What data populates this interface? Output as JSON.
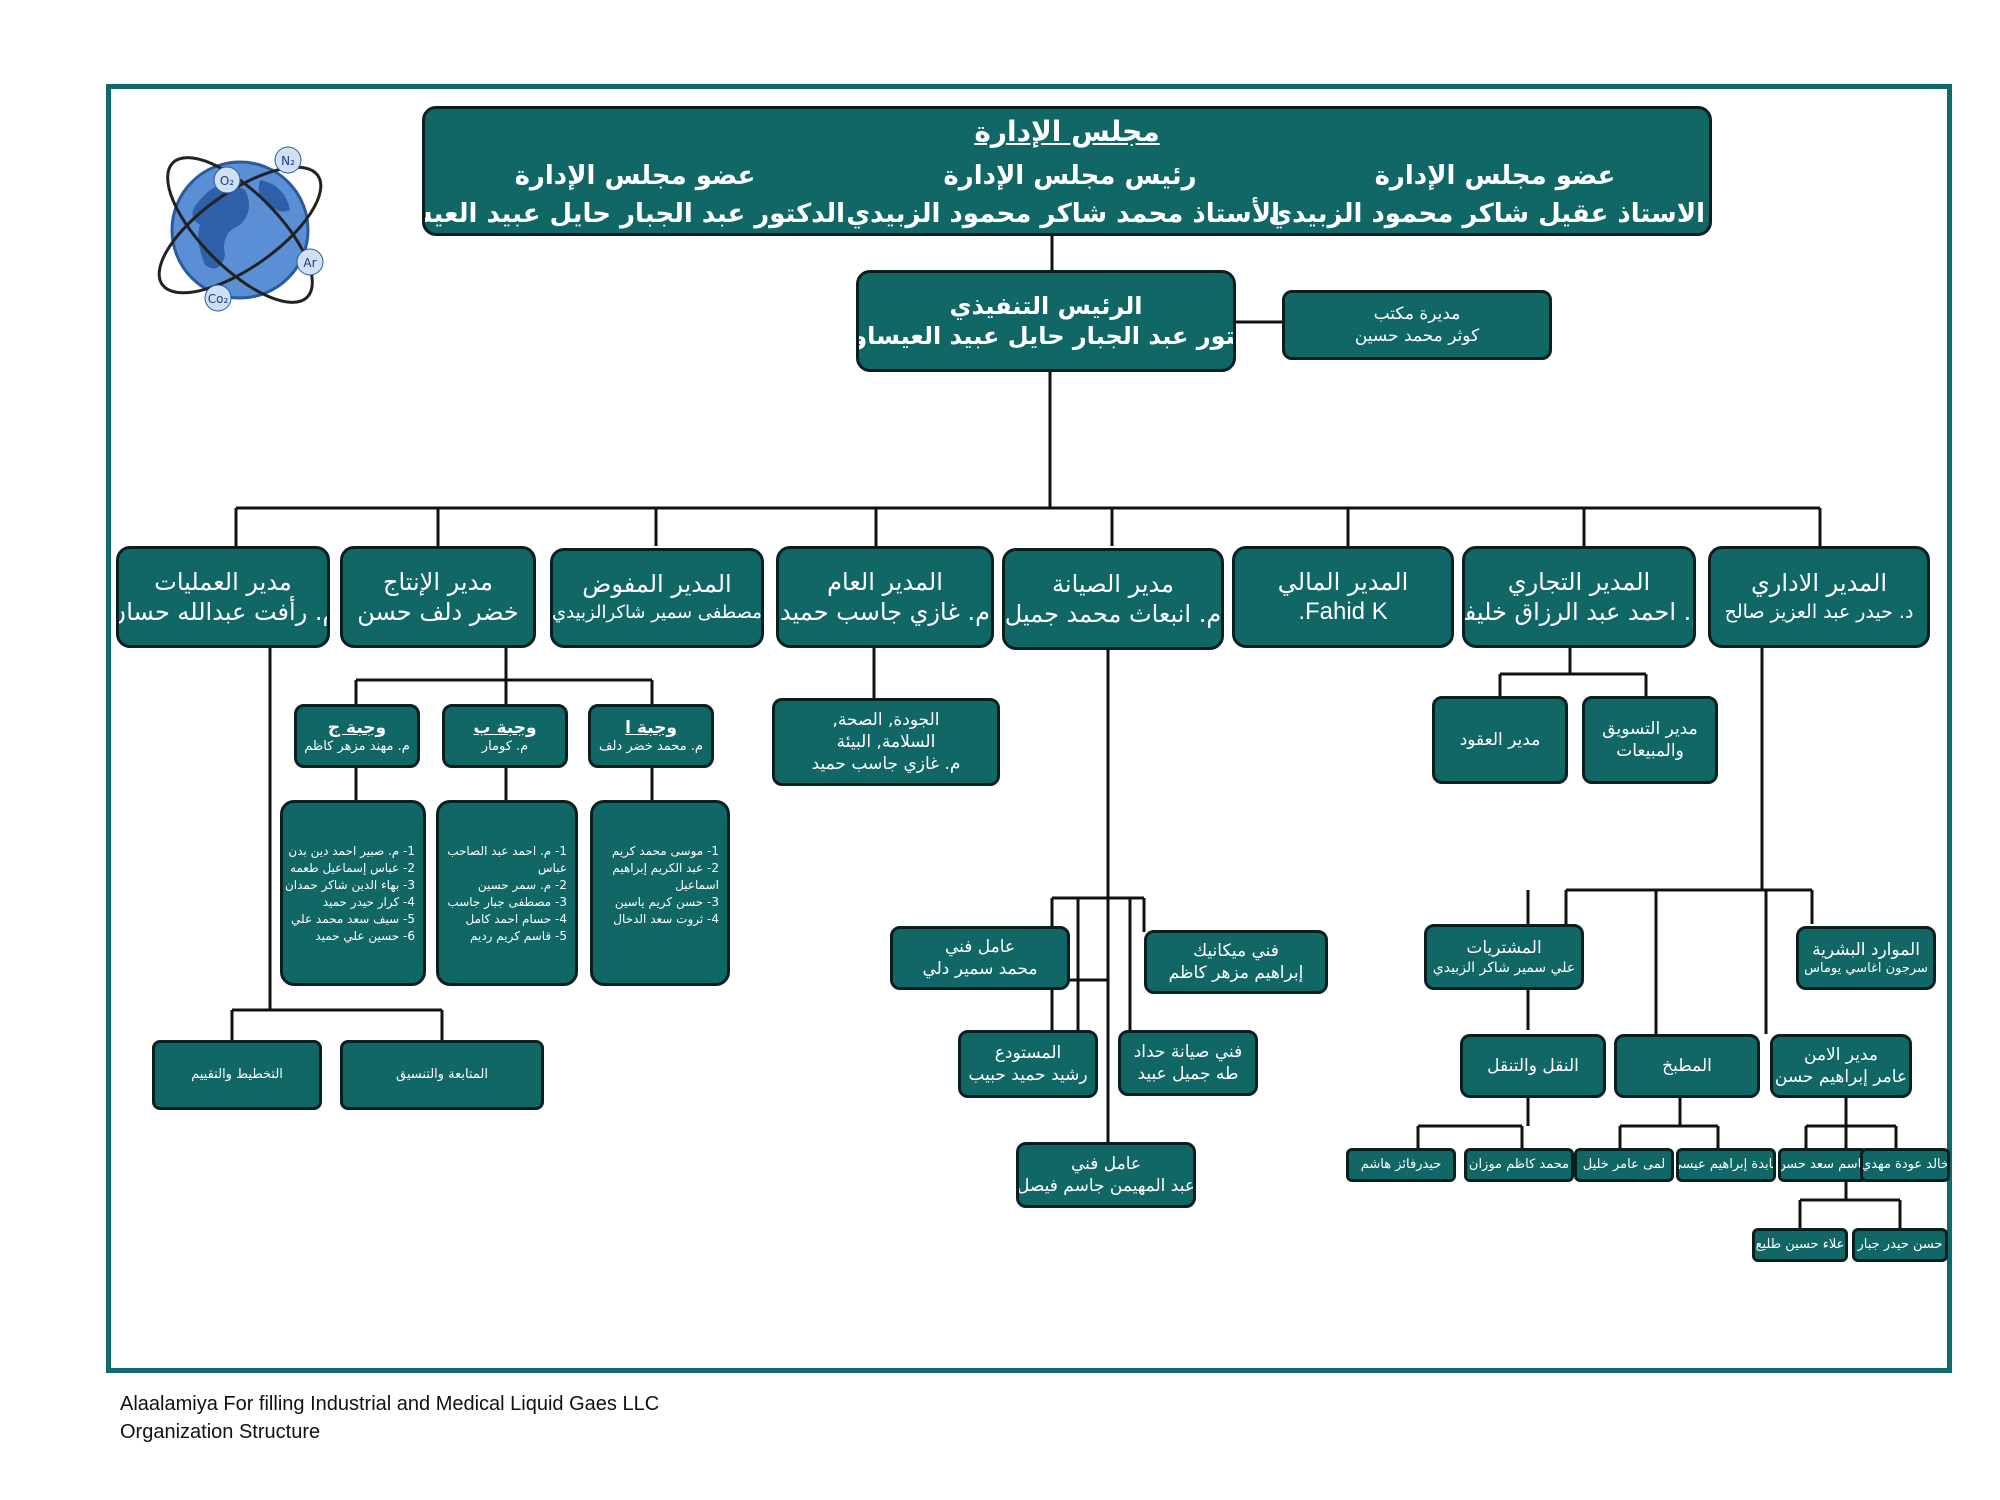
{
  "board": {
    "heading": "مجلس الإدارة",
    "members": [
      {
        "role": "عضو مجلس الإدارة",
        "name": "الدكتور عبد الجبار حايل عبيد العيساوي"
      },
      {
        "role": "رئيس مجلس الإدارة",
        "name": "الأستاذ محمد شاكر محمود الزبيدي"
      },
      {
        "role": "عضو مجلس الإدارة",
        "name": "الاستاذ عقيل شاكر محمود الزبيدي"
      }
    ]
  },
  "logo": {
    "labels": [
      "N₂",
      "O₂",
      "Ar",
      "Co₂"
    ]
  },
  "ceo": {
    "title": "الرئيس التنفيذي",
    "name": "دكتور عبد الجبار حايل عبيد العيساوي"
  },
  "office": {
    "title": "مديرة مكتب",
    "name": "كوثر محمد حسين"
  },
  "managers": [
    {
      "title": "مدير العمليات",
      "name": "م. رأفت عبدالله حسان"
    },
    {
      "title": "مدير الإنتاج",
      "name": "خضر دلف حسن"
    },
    {
      "title": "المدير المفوض",
      "name": "مصطفى سمير شاكرالزبيدي"
    },
    {
      "title": "المدير العام",
      "name": "م. غازي جاسب حميد"
    },
    {
      "title": "مدير الصيانة",
      "name": "م. انبعاث محمد جميل"
    },
    {
      "title": "المدير المالي",
      "name": "Fahid K."
    },
    {
      "title": "المدير التجاري",
      "name": "م. احمد عبد الرزاق خليفة"
    },
    {
      "title": "المدير الاداري",
      "name": "د. حيدر عبد العزيز صالح"
    }
  ],
  "shifts": [
    {
      "title": "وجبة ج",
      "lead": "م. مهند مزهر كاظم",
      "members": [
        "1- م. صبير احمد دين بدن",
        "2- عباس إسماعيل طعمه",
        "3- بهاء الدين شاكر حمدان",
        "4- كرار حيدر حميد",
        "5- سيف سعد محمد علي",
        "6- حسين علي حميد"
      ]
    },
    {
      "title": "وجبة ب",
      "lead": "م. كومار",
      "members": [
        "1- م. احمد عبد الصاحب",
        "عباس",
        "2- م. سمر حسين",
        "3- مصطفى جبار جاسب",
        "4- حسام احمد كامل",
        "5- قاسم كريم رديم"
      ]
    },
    {
      "title": "وجبة ا",
      "lead": "م. محمد خضر دلف",
      "members": [
        "1- موسى محمد كريم",
        "2- عبد الكريم إبراهيم",
        "اسماعيل",
        "3- حسن كريم ياسين",
        "4- ثروت سعد الدخال"
      ]
    }
  ],
  "ops_units": [
    "التخطيط والتقييم",
    "المتابعة والتنسيق"
  ],
  "quality": {
    "lines": [
      "الجودة, الصحة,",
      "السلامة, البيئة"
    ],
    "name": "م. غازي جاسب حميد"
  },
  "maintenance": [
    {
      "title": "عامل فني",
      "name": "محمد سمير دلي"
    },
    {
      "title": "فني ميكانيك",
      "name": "إبراهيم مزهر كاظم"
    },
    {
      "title": "المستودع",
      "name": "رشيد حميد حبيب"
    },
    {
      "title": "فني صيانة حداد",
      "name": "طه جميل عبيد"
    },
    {
      "title": "عامل فني",
      "name": "عبد المهيمن جاسم فيصل"
    }
  ],
  "commercial": [
    {
      "title": "مدير العقود"
    },
    {
      "title": "مدير التسويق والمبيعات"
    }
  ],
  "admin": {
    "purchases": {
      "title": "المشتريات",
      "name": "علي سمير شاكر الزبيدي"
    },
    "hr": {
      "title": "الموارد البشرية",
      "name": "سرجون اغاسي يوماس"
    },
    "transport": {
      "title": "النقل والتنقل"
    },
    "kitchen": {
      "title": "المطبخ"
    },
    "security": {
      "title": "مدير الامن",
      "name": "عامر إبراهيم حسن"
    },
    "staff": [
      "حيدرفائز هاشم",
      "محمد كاظم موزان",
      "لمى عامر خليل",
      "عابدة إبراهيم عيسى",
      "جاسم سعد حسن",
      "خالد عودة مهدي",
      "علاء حسين طليع",
      "حسن حيدر جبار"
    ]
  },
  "footer": {
    "line1": "Alaalamiya For filling Industrial and Medical  Liquid Gaes LLC",
    "line2": "Organization Structure"
  }
}
